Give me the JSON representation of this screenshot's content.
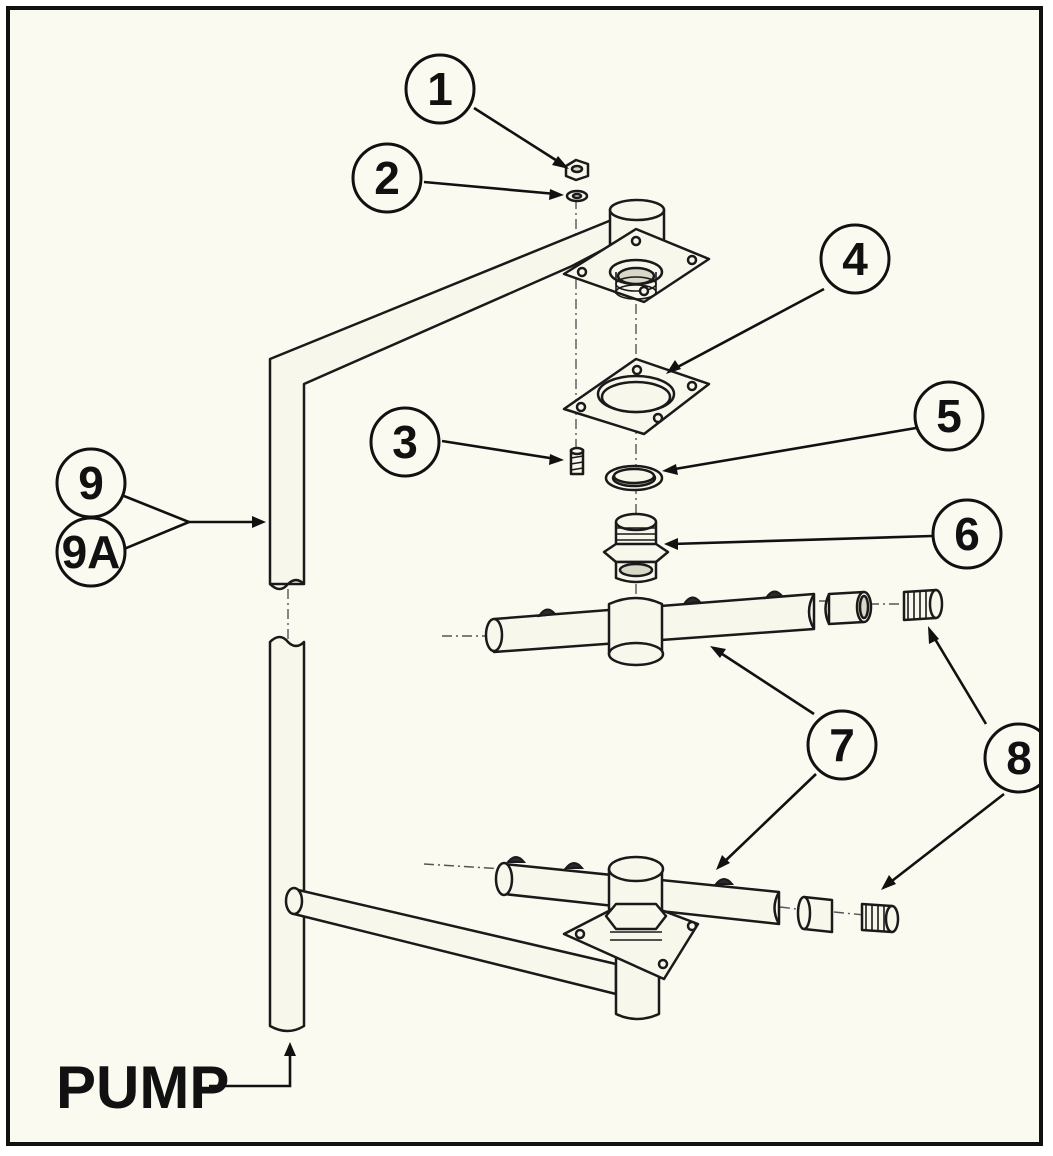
{
  "callouts": [
    {
      "id": "1",
      "label": "1"
    },
    {
      "id": "2",
      "label": "2"
    },
    {
      "id": "3",
      "label": "3"
    },
    {
      "id": "4",
      "label": "4"
    },
    {
      "id": "5",
      "label": "5"
    },
    {
      "id": "6",
      "label": "6"
    },
    {
      "id": "7",
      "label": "7"
    },
    {
      "id": "8",
      "label": "8"
    },
    {
      "id": "9",
      "label": "9"
    },
    {
      "id": "9A",
      "label": "9A"
    }
  ],
  "pump_label": "PUMP"
}
